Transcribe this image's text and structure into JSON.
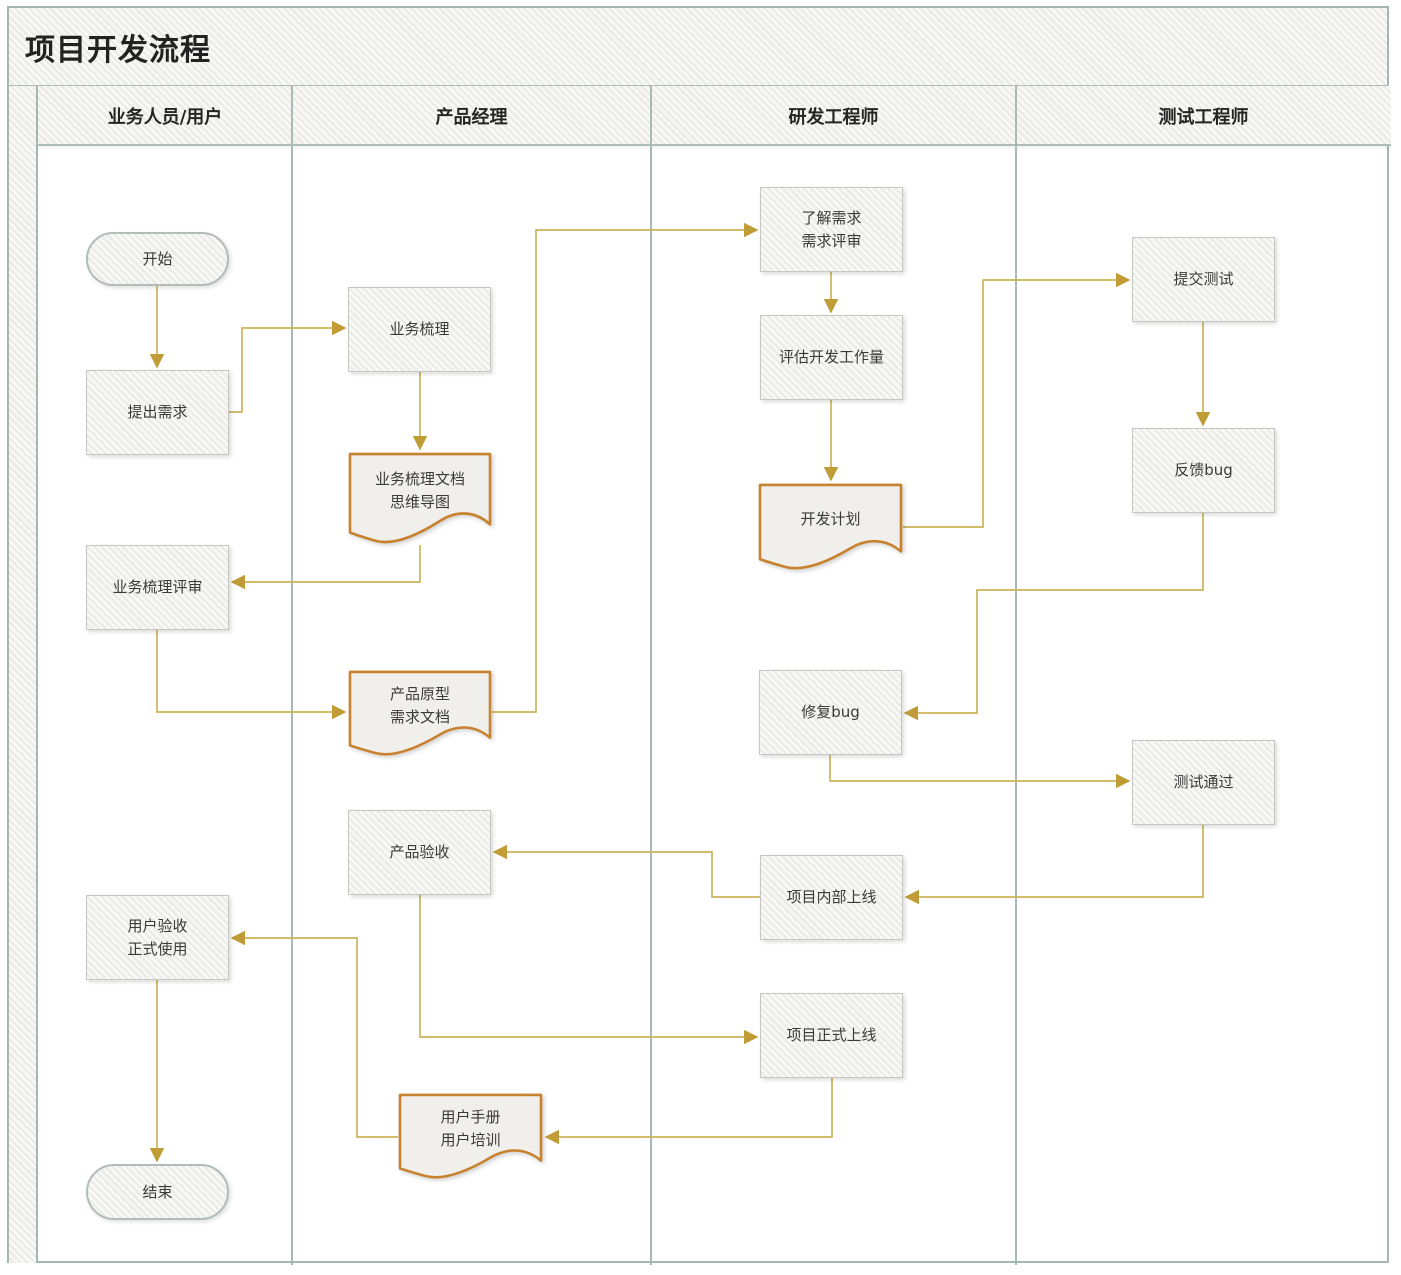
{
  "title": "项目开发流程",
  "lanes": [
    {
      "label": "业务人员/用户"
    },
    {
      "label": "产品经理"
    },
    {
      "label": "研发工程师"
    },
    {
      "label": "测试工程师"
    }
  ],
  "nodes": {
    "start": {
      "label": "开始",
      "type": "terminator"
    },
    "raise_requirement": {
      "label": "提出需求",
      "type": "process"
    },
    "business_sort": {
      "label": "业务梳理",
      "type": "process"
    },
    "business_doc": {
      "label": "业务梳理文档\n思维导图",
      "type": "document"
    },
    "business_review": {
      "label": "业务梳理评审",
      "type": "process"
    },
    "prototype_doc": {
      "label": "产品原型\n需求文档",
      "type": "document"
    },
    "understand_req": {
      "label": "了解需求\n需求评审",
      "type": "process"
    },
    "estimate_work": {
      "label": "评估开发工作量",
      "type": "process"
    },
    "dev_plan": {
      "label": "开发计划",
      "type": "document"
    },
    "submit_test": {
      "label": "提交测试",
      "type": "process"
    },
    "feedback_bug": {
      "label": "反馈bug",
      "type": "process"
    },
    "fix_bug": {
      "label": "修复bug",
      "type": "process"
    },
    "test_pass": {
      "label": "测试通过",
      "type": "process"
    },
    "product_accept": {
      "label": "产品验收",
      "type": "process"
    },
    "internal_launch": {
      "label": "项目内部上线",
      "type": "process"
    },
    "user_accept": {
      "label": "用户验收\n正式使用",
      "type": "process"
    },
    "official_launch": {
      "label": "项目正式上线",
      "type": "process"
    },
    "user_manual": {
      "label": "用户手册\n用户培训",
      "type": "document"
    },
    "end": {
      "label": "结束",
      "type": "terminator"
    }
  },
  "colors": {
    "connector": "#cdb35a",
    "arrowhead": "#bf9c36",
    "document_border": "#c8812c",
    "lane_border": "#a4b7b1",
    "node_fill": "#f0f0ed",
    "hatch_base": "#efefec"
  }
}
